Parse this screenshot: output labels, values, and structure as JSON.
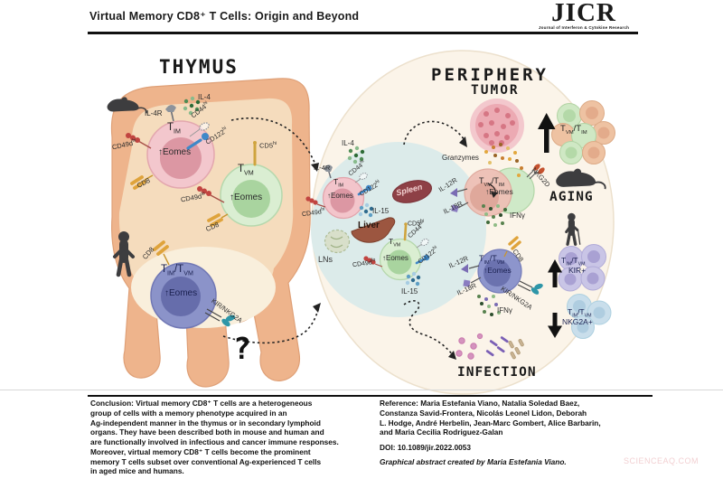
{
  "header": {
    "title": "Virtual Memory CD8⁺ T Cells: Origin and Beyond",
    "journal_abbr": "JICR",
    "journal_name": "Journal of Interferon & Cytokine Research"
  },
  "sections": {
    "thymus": "THYMUS",
    "periphery": "PERIPHERY",
    "tumor": "TUMOR",
    "aging": "AGING",
    "infection": "INFECTION"
  },
  "organs": {
    "spleen": "Spleen",
    "liver": "Liver",
    "lymph_nodes": "LNs"
  },
  "cytokines": {
    "il4": "IL-4",
    "il4r": "IL-4R",
    "il15": "IL-15",
    "granzymes": "Granzymes",
    "ifng": "IFNγ"
  },
  "question_mark": "?",
  "cells": {
    "thymus_tim": {
      "label": {
        "t1": "T",
        "s1": "IM"
      },
      "factor": "↑Eomes",
      "receptors": {
        "il4r": {
          "base": "IL-4R"
        },
        "cd44": {
          "base": "CD44",
          "sup": "hi"
        },
        "cd122": {
          "base": "CD122",
          "sup": "hi"
        },
        "cd49d": {
          "base": "CD49d",
          "sup": "hi"
        },
        "cd8": {
          "base": "CD8"
        }
      }
    },
    "thymus_tvm": {
      "label": {
        "t1": "T",
        "s1": "VM"
      },
      "factor": "↑Eomes",
      "receptors": {
        "cd5": {
          "base": "CD5",
          "sup": "hi"
        },
        "cd49d": {
          "base": "CD49d",
          "sup": "lo"
        },
        "cd8": {
          "base": "CD8"
        }
      }
    },
    "thymus_tim_tvm": {
      "label": {
        "t1": "T",
        "s1": "IM",
        "t2": "/T",
        "s2": "VM"
      },
      "factor": "↑Eomes",
      "receptors": {
        "cd8": {
          "base": "CD8"
        },
        "kir_nkg2a": {
          "base": "KIR/NKG2A"
        }
      }
    },
    "slo_tim": {
      "label": {
        "t1": "T",
        "s1": "IM"
      },
      "factor": "↑Eomes",
      "receptors": {
        "il4r": {
          "base": "IL-4R"
        },
        "cd44": {
          "base": "CD44",
          "sup": "hi"
        },
        "cd122": {
          "base": "CD122",
          "sup": "hi"
        },
        "cd49d": {
          "base": "CD49d",
          "sup": "hi"
        }
      }
    },
    "slo_tvm": {
      "label": {
        "t1": "T",
        "s1": "VM"
      },
      "factor": "↑Eomes",
      "receptors": {
        "cd5": {
          "base": "CD5",
          "sup": "hi"
        },
        "cd44": {
          "base": "CD44",
          "sup": "hi"
        },
        "cd122": {
          "base": "CD122",
          "sup": "hi"
        },
        "cd49d": {
          "base": "CD49d",
          "sup": "lo"
        }
      }
    },
    "tumor_response": {
      "label": {
        "t1": "T",
        "s1": "VM",
        "t2": "/T",
        "s2": "IM"
      },
      "factor": "↑Eomes",
      "receptors": {
        "il12r": {
          "base": "IL-12R"
        },
        "il18r": {
          "base": "IL-18R"
        },
        "nkg2d": {
          "base": "NKG2D"
        }
      }
    },
    "infection_response": {
      "label": {
        "t1": "T",
        "s1": "IM",
        "t2": "/T",
        "s2": "VM"
      },
      "factor": "↑Eomes",
      "receptors": {
        "cd8": {
          "base": "CD8"
        },
        "il12r": {
          "base": "IL-12R"
        },
        "il18r": {
          "base": "IL-18R"
        },
        "kir_nkg2a": {
          "base": "KIR/NKG2A"
        }
      }
    },
    "aging_cluster": {
      "label": {
        "t1": "T",
        "s1": "VM",
        "t2": "/T",
        "s2": "IM"
      }
    },
    "kir_cluster": {
      "label": {
        "t1": "T",
        "s1": "IM",
        "t2": "/T",
        "s2": "VM"
      },
      "marker": "KIR+"
    },
    "nkg2a_cluster": {
      "label": {
        "t1": "T",
        "s1": "IM",
        "t2": "/T",
        "s2": "VM"
      },
      "marker": "NKG2A+"
    }
  },
  "footer": {
    "conclusion": "Conclusion: Virtual memory CD8⁺ T cells are a heterogeneous\ngroup of cells with a memory phenotype acquired in an\nAg-independent manner in the thymus or in secondary lymphoid\norgans. They have been described both in mouse and human and\nare functionally involved in infectious and cancer immune responses.\nMoreover, virtual memory CD8⁺ T cells become the prominent\nmemory T cells subset over conventional Ag-experienced T cells\nin aged mice and humans.",
    "reference": "Reference: Maria Estefania Viano, Natalia Soledad Baez,\nConstanza Savid-Frontera, Nicolás Leonel Lidon, Deborah\nL. Hodge, André Herbelin, Jean-Marc Gombert, Alice Barbarin,\nand Maria Cecilia Rodriguez-Galan",
    "doi": "DOI: 10.1089/jir.2022.0053",
    "credit": "Graphical abstract created by Maria Estefania Viano."
  },
  "watermark": "SCIENCEAQ.COM",
  "colors": {
    "thymus_orange": "#eeb48c",
    "slo_blue": "#dcebea",
    "periphery_cream": "#fbf4e9",
    "tim_pink": "#f3c7cd",
    "tvm_green": "#daeed2",
    "tim_tvm_blue": "#8b93c9",
    "kir_purple": "#c9c5e6",
    "nkg2a_blue": "#c9deeb",
    "tumor_pink": "#eca7b1",
    "cd8_gold": "#dfa33b",
    "cd122_blue": "#3f88c8",
    "cd49d_red": "#c14440",
    "il12r_purple": "#7a6cb4",
    "kir_teal": "#2e96a8",
    "nkg2d_red": "#c4512e"
  }
}
